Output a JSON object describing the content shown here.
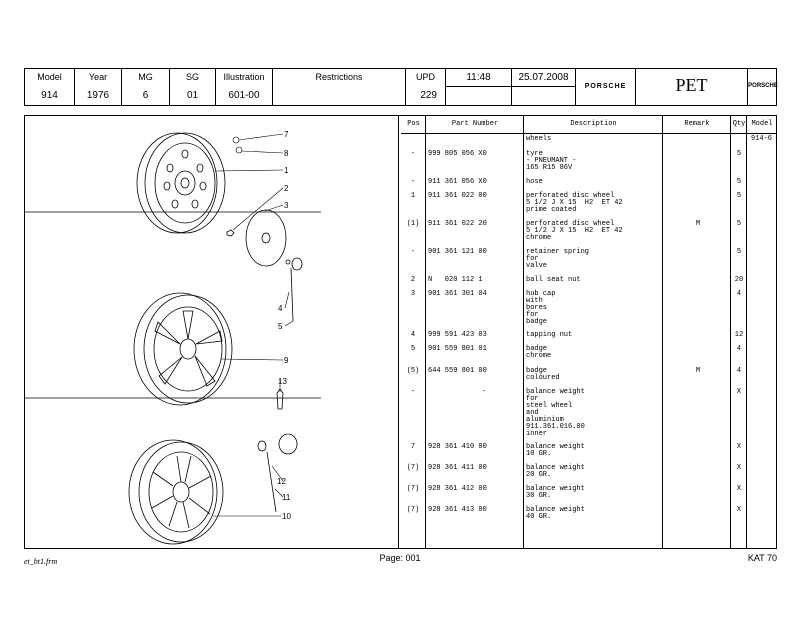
{
  "header": {
    "model_label": "Model",
    "model_value": "914",
    "year_label": "Year",
    "year_value": "1976",
    "mg_label": "MG",
    "mg_value": "6",
    "sg_label": "SG",
    "sg_value": "01",
    "illustration_label": "Illustration",
    "illustration_value": "601-00",
    "restrictions_label": "Restrictions",
    "restrictions_value": "",
    "upd_label": "UPD",
    "upd_value": "229",
    "time": "11:48",
    "date": "25.07.2008",
    "brand_left": "PORSCHE",
    "app_name": "PET",
    "brand_right": "PORSCHE"
  },
  "table": {
    "headers": {
      "pos": "Pos",
      "part": "Part Number",
      "desc": "Description",
      "remark": "Remark",
      "qty": "Qty",
      "model": "Model"
    },
    "rows": [
      {
        "pos": "",
        "part": "",
        "desc": "wheels",
        "remark": "",
        "qty": "",
        "model": "914-6"
      },
      {
        "pos": "-",
        "part": "999 805 056 X0",
        "desc": "tyre\n- PNEUMANT -\n165 R15 86V",
        "remark": "",
        "qty": "5",
        "model": ""
      },
      {
        "pos": "-",
        "part": "911 361 056 X0",
        "desc": "hose",
        "remark": "",
        "qty": "5",
        "model": ""
      },
      {
        "pos": "1",
        "part": "911 361 022 00",
        "desc": "perforated disc wheel\n5 1/2 J X 15  H2  ET 42\nprime coated",
        "remark": "",
        "qty": "5",
        "model": ""
      },
      {
        "pos": "(1)",
        "part": "911 361 022 20",
        "desc": "perforated disc wheel\n5 1/2 J X 15  H2  ET 42\nchrome",
        "remark": "M",
        "qty": "5",
        "model": ""
      },
      {
        "pos": "-",
        "part": "901 361 121 00",
        "desc": "retainer spring\nfor\nvalve",
        "remark": "",
        "qty": "5",
        "model": ""
      },
      {
        "pos": "2",
        "part": "N   020 112 1",
        "desc": "ball seat nut",
        "remark": "",
        "qty": "20",
        "model": ""
      },
      {
        "pos": "3",
        "part": "901 361 301 04",
        "desc": "hub cap\nwith\nbores\nfor\nbadge",
        "remark": "",
        "qty": "4",
        "model": ""
      },
      {
        "pos": "4",
        "part": "999 591 423 03",
        "desc": "tapping nut",
        "remark": "",
        "qty": "12",
        "model": ""
      },
      {
        "pos": "5",
        "part": "901 559 801 01",
        "desc": "badge\nchrome",
        "remark": "",
        "qty": "4",
        "model": ""
      },
      {
        "pos": "(5)",
        "part": "644 559 801 00",
        "desc": "badge\ncoloured",
        "remark": "M",
        "qty": "4",
        "model": ""
      },
      {
        "pos": "-",
        "part": "-",
        "desc": "balance weight\nfor\nsteel wheel\nand\naluminium\n911.361.016.00\ninner",
        "remark": "",
        "qty": "X",
        "model": ""
      },
      {
        "pos": "7",
        "part": "928 361 410 00",
        "desc": "balance weight\n10 GR.",
        "remark": "",
        "qty": "X",
        "model": ""
      },
      {
        "pos": "(7)",
        "part": "928 361 411 00",
        "desc": "balance weight\n20 GR.",
        "remark": "",
        "qty": "X",
        "model": ""
      },
      {
        "pos": "(7)",
        "part": "928 361 412 00",
        "desc": "balance weight\n30 GR.",
        "remark": "",
        "qty": "X",
        "model": ""
      },
      {
        "pos": "(7)",
        "part": "928 361 413 00",
        "desc": "balance weight\n40 GR.",
        "remark": "",
        "qty": "X",
        "model": ""
      }
    ]
  },
  "illustration_callouts": [
    "7",
    "8",
    "1",
    "2",
    "3",
    "4",
    "5",
    "9",
    "13",
    "12",
    "11",
    "10"
  ],
  "footer": {
    "left": "et_bt1.frm",
    "center": "Page: 001",
    "right": "KAT 70"
  }
}
